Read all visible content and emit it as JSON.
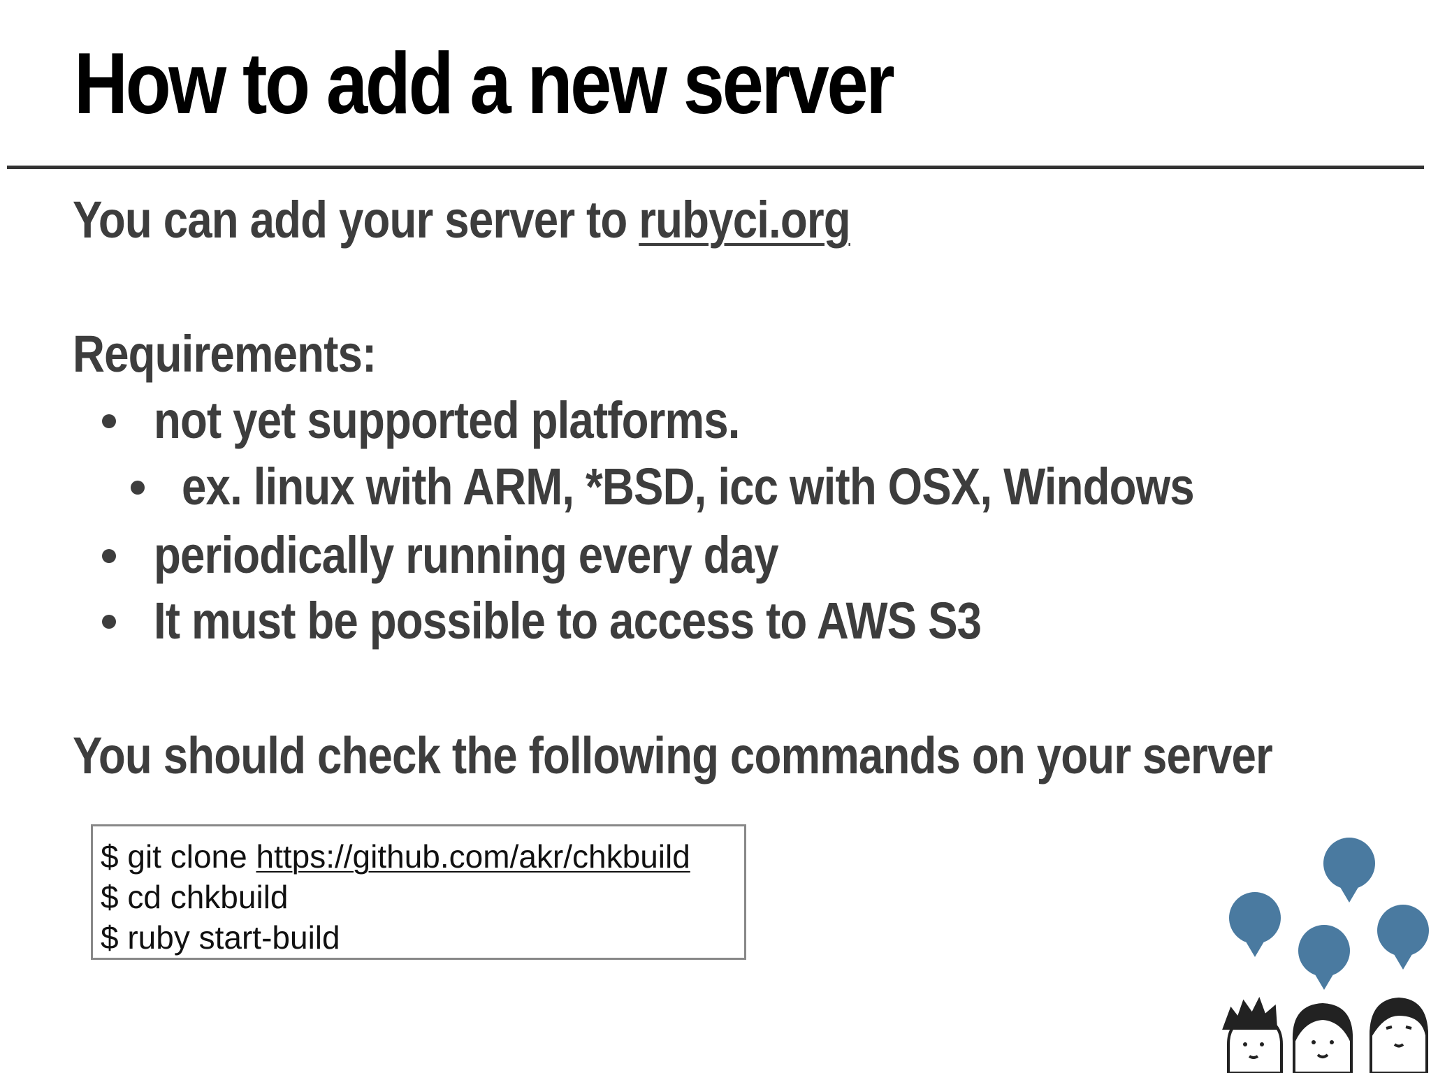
{
  "slide": {
    "title": "How to add a new server",
    "intro_prefix": "You can add your server to ",
    "intro_link": "rubyci.org",
    "requirements_heading": "Requirements:",
    "bullets": [
      "not yet supported platforms.",
      "ex. linux with ARM, *BSD, icc with OSX, Windows",
      "periodically running every day",
      "It must be possible to access to AWS S3"
    ],
    "check_heading": "You should check the following commands on your server",
    "code": {
      "line1_prefix": "$ git clone ",
      "line1_url": "https://github.com/akr/chkbuild",
      "line2": "$ cd chkbuild",
      "line3": "$ ruby start-build"
    }
  },
  "colors": {
    "title": "#000000",
    "body": "#3d3d3d",
    "bubble": "#4a7aa0",
    "code_border": "#888888"
  },
  "icons": {
    "illustration": "people-with-speech-bubbles-icon"
  }
}
